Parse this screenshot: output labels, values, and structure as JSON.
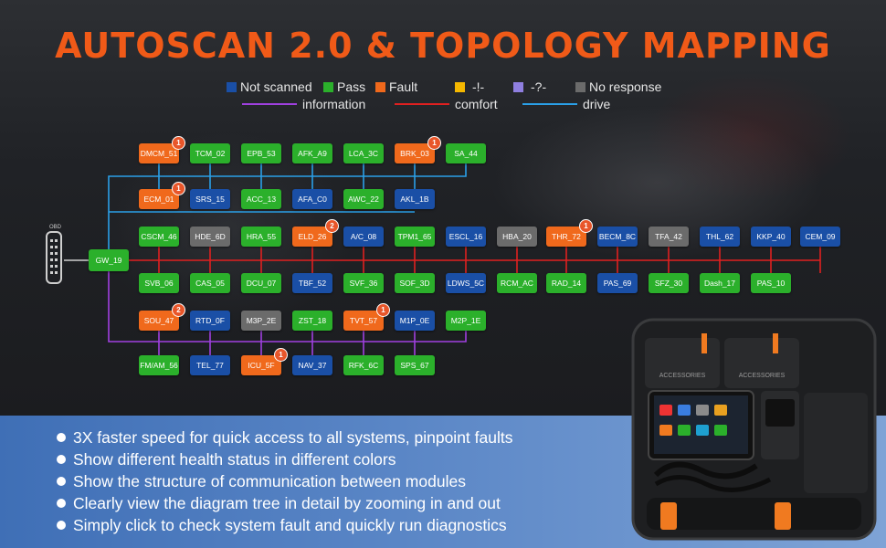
{
  "title": "AUTOSCAN 2.0 & TOPOLOGY MAPPING",
  "legend": {
    "status": [
      {
        "label": "Not scanned",
        "color": "#1a4fa6"
      },
      {
        "label": "Pass",
        "color": "#2bb02b"
      },
      {
        "label": "Fault",
        "color": "#f0691c"
      },
      {
        "label": "-!-",
        "color": "#f5b800"
      },
      {
        "label": "-?-",
        "color": "#8f7fe0"
      },
      {
        "label": "No response",
        "color": "#6b6b6b"
      }
    ],
    "lines": [
      {
        "label": "information",
        "color": "#a040e0"
      },
      {
        "label": "comfort",
        "color": "#e02020"
      },
      {
        "label": "drive",
        "color": "#2aa0e8"
      }
    ]
  },
  "obd_label": "OBD",
  "gateway": {
    "label": "GW_19",
    "status": "pass"
  },
  "modules": [
    {
      "label": "DMCM_51",
      "status": "fault",
      "badge": "1"
    },
    {
      "label": "TCM_02",
      "status": "pass"
    },
    {
      "label": "EPB_53",
      "status": "pass"
    },
    {
      "label": "AFK_A9",
      "status": "pass"
    },
    {
      "label": "LCA_3C",
      "status": "pass"
    },
    {
      "label": "BRK_03",
      "status": "fault",
      "badge": "1"
    },
    {
      "label": "SA_44",
      "status": "pass"
    },
    {
      "label": "ECM_01",
      "status": "fault",
      "badge": "1"
    },
    {
      "label": "SRS_15",
      "status": "blue"
    },
    {
      "label": "ACC_13",
      "status": "pass"
    },
    {
      "label": "AFA_C0",
      "status": "blue"
    },
    {
      "label": "AWC_22",
      "status": "pass"
    },
    {
      "label": "AKL_1B",
      "status": "blue"
    },
    {
      "label": "CSCM_46",
      "status": "pass"
    },
    {
      "label": "HDE_6D",
      "status": "grey"
    },
    {
      "label": "HRA_55",
      "status": "pass"
    },
    {
      "label": "ELD_26",
      "status": "fault",
      "badge": "2"
    },
    {
      "label": "A/C_08",
      "status": "blue"
    },
    {
      "label": "TPM1_65",
      "status": "pass"
    },
    {
      "label": "ESCL_16",
      "status": "blue"
    },
    {
      "label": "HBA_20",
      "status": "grey"
    },
    {
      "label": "THR_72",
      "status": "fault",
      "badge": "1"
    },
    {
      "label": "BECM_8C",
      "status": "blue"
    },
    {
      "label": "TFA_42",
      "status": "grey"
    },
    {
      "label": "THL_62",
      "status": "blue"
    },
    {
      "label": "KKP_40",
      "status": "blue"
    },
    {
      "label": "CEM_09",
      "status": "blue"
    },
    {
      "label": "SVB_06",
      "status": "pass"
    },
    {
      "label": "CAS_05",
      "status": "pass"
    },
    {
      "label": "DCU_07",
      "status": "pass"
    },
    {
      "label": "TBF_52",
      "status": "blue"
    },
    {
      "label": "SVF_36",
      "status": "pass"
    },
    {
      "label": "SOF_3D",
      "status": "pass"
    },
    {
      "label": "LDWS_5C",
      "status": "blue"
    },
    {
      "label": "RCM_AC",
      "status": "pass"
    },
    {
      "label": "RAD_14",
      "status": "pass"
    },
    {
      "label": "PAS_69",
      "status": "blue"
    },
    {
      "label": "SFZ_30",
      "status": "pass"
    },
    {
      "label": "Dash_17",
      "status": "pass"
    },
    {
      "label": "PAS_10",
      "status": "pass"
    },
    {
      "label": "SOU_47",
      "status": "fault",
      "badge": "2"
    },
    {
      "label": "RTD_0F",
      "status": "blue"
    },
    {
      "label": "M3P_2E",
      "status": "grey"
    },
    {
      "label": "ZST_18",
      "status": "pass"
    },
    {
      "label": "TVT_57",
      "status": "fault",
      "badge": "1"
    },
    {
      "label": "M1P_0E",
      "status": "blue"
    },
    {
      "label": "M2P_1E",
      "status": "pass"
    },
    {
      "label": "FM/AM_56",
      "status": "pass"
    },
    {
      "label": "TEL_77",
      "status": "blue"
    },
    {
      "label": "ICU_5F",
      "status": "fault",
      "badge": "1"
    },
    {
      "label": "NAV_37",
      "status": "blue"
    },
    {
      "label": "RFK_6C",
      "status": "pass"
    },
    {
      "label": "SPS_67",
      "status": "pass"
    }
  ],
  "features": [
    "3X faster speed for quick access to all systems, pinpoint faults",
    "Show different health status in different colors",
    "Show the structure of communication between modules",
    "Clearly view the diagram tree in detail by zooming in and out",
    "Simply click to check system fault and quickly run diagnostics"
  ],
  "device": {
    "case_labels": [
      "ACCESSORIES",
      "ACCESSORIES"
    ]
  }
}
